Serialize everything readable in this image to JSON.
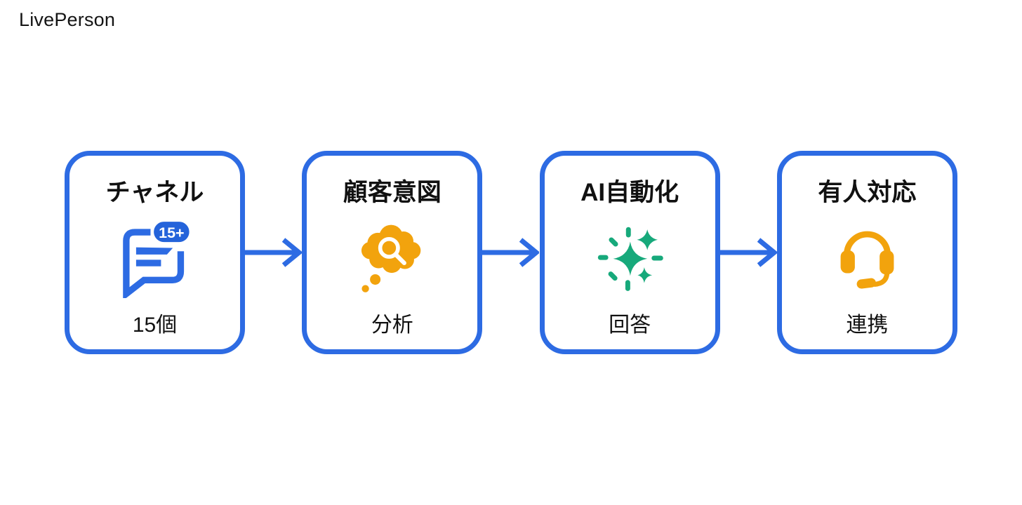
{
  "logo": "LivePerson",
  "colors": {
    "box_border_blue": "#2d6be3",
    "arrow_blue": "#2d6be3",
    "badge_blue": "#2463da",
    "icon_orange": "#f2a30d",
    "icon_green": "#17a97b",
    "text_black": "#111111",
    "background": "#ffffff"
  },
  "flow": {
    "steps": [
      {
        "title": "チャネル",
        "label": "15個",
        "icon": "chat-bubble-icon",
        "badge": "15+"
      },
      {
        "title": "顧客意図",
        "label": "分析",
        "icon": "thought-search-icon"
      },
      {
        "title": "AI自動化",
        "label": "回答",
        "icon": "sparkles-icon"
      },
      {
        "title": "有人対応",
        "label": "連携",
        "icon": "headset-icon"
      }
    ]
  }
}
